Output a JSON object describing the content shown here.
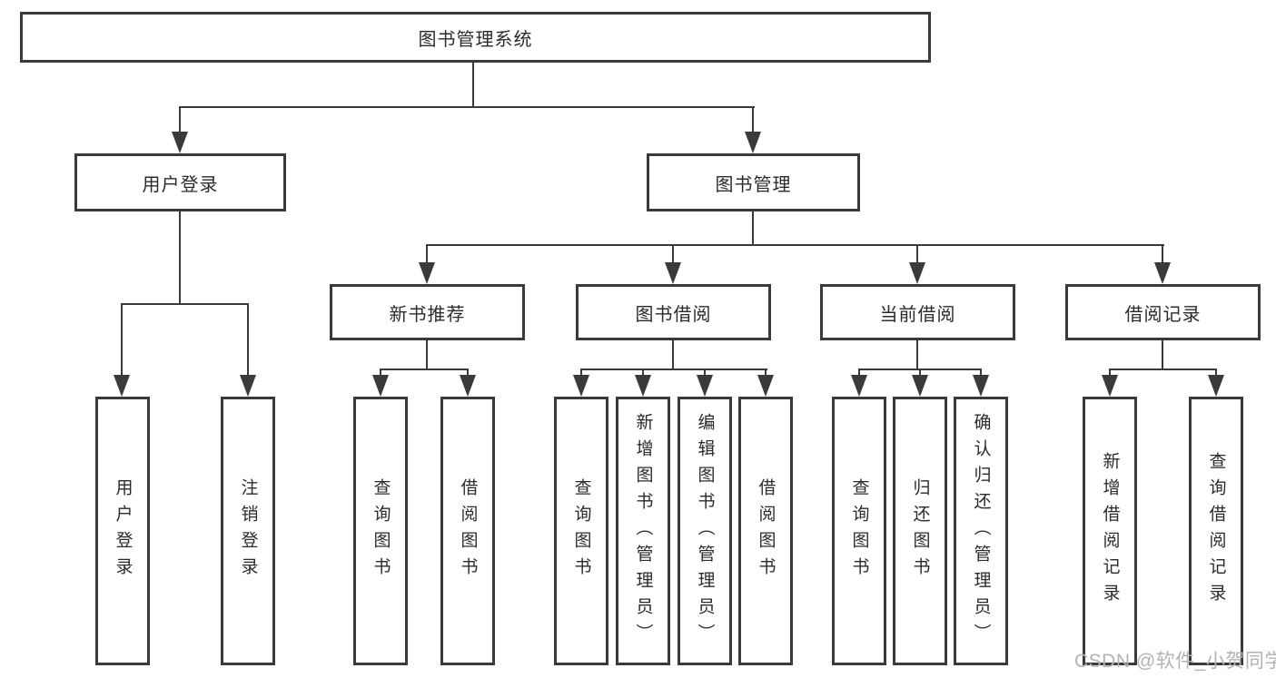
{
  "title": "图书管理系统",
  "watermark": "CSDN @软件_小贺同学",
  "colors": {
    "line": "#3a3a3a",
    "text": "#2b2b2b",
    "watermark": "#b3b3b3",
    "background": "#ffffff"
  },
  "nodes": {
    "root": "图书管理系统",
    "user_login": "用户登录",
    "book_mgmt": "图书管理",
    "new_book_rec": "新书推荐",
    "book_borrow": "图书借阅",
    "current_borrow": "当前借阅",
    "borrow_records": "借阅记录",
    "leaf_user_login": "用户登录",
    "leaf_logout": "注销登录",
    "leaf_query_books_1": "查询图书",
    "leaf_borrow_books_1": "借阅图书",
    "leaf_query_books_2": "查询图书",
    "leaf_add_books": "新增图书（管理员）",
    "leaf_edit_books": "编辑图书（管理员）",
    "leaf_borrow_books_2": "借阅图书",
    "leaf_query_books_3": "查询图书",
    "leaf_return_books": "归还图书",
    "leaf_confirm_return": "确认归还（管理员）",
    "leaf_add_record": "新增借阅记录",
    "leaf_query_record": "查询借阅记录"
  },
  "hierarchy": {
    "图书管理系统": [
      "用户登录",
      "图书管理"
    ],
    "用户登录": [
      "用户登录",
      "注销登录"
    ],
    "图书管理": [
      "新书推荐",
      "图书借阅",
      "当前借阅",
      "借阅记录"
    ],
    "新书推荐": [
      "查询图书",
      "借阅图书"
    ],
    "图书借阅": [
      "查询图书",
      "新增图书（管理员）",
      "编辑图书（管理员）",
      "借阅图书"
    ],
    "当前借阅": [
      "查询图书",
      "归还图书",
      "确认归还（管理员）"
    ],
    "借阅记录": [
      "新增借阅记录",
      "查询借阅记录"
    ]
  }
}
